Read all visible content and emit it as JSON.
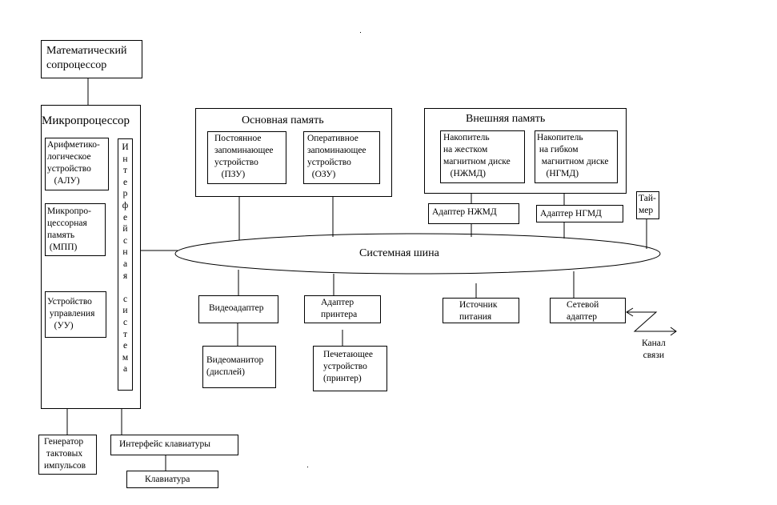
{
  "diagram": {
    "math_coprocessor": "Математический\nсопроцессор",
    "microprocessor": {
      "title": "Микропроцессор",
      "alu": "Арифметико-\nлогическое\nустройство\n   (АЛУ)",
      "mpp": "Микропро-\nцессорная\nпамять\n (МПП)",
      "cu": "Устройство\n управления\n   (УУ)",
      "interface": "И\nн\nт\nе\nр\nф\nе\nй\nс\nн\nа\nя\n \nс\nи\nс\nт\nе\nм\nа"
    },
    "main_memory": {
      "title": "Основная память",
      "rom": "Постоянное\nзапоминающее\nустройство\n   (ПЗУ)",
      "ram": "Оперативное\nзапоминающее\nустройство\n  (ОЗУ)"
    },
    "external_memory": {
      "title": "Внешняя память",
      "hdd": "Накопитель\nна жестком\nмагнитном диске\n   (НЖМД)",
      "fdd": "Накопитель\n на гибком\n  магнитном диске\n    (НГМД)"
    },
    "hdd_adapter": "Адаптер НЖМД",
    "fdd_adapter": "Адаптер НГМД",
    "timer": "Тай-\nмер",
    "system_bus": "Системная шина",
    "video_adapter": "Видеоадаптер",
    "printer_adapter": "Адаптер\nпринтера",
    "power_supply": "Источник\nпитания",
    "network_adapter": "Сетевой\nадаптер",
    "comm_channel": "Канал\nсвязи",
    "video_monitor": "Видеоманитор\n(дисплей)",
    "printer": "Печетающее\nустройство\n(принтер)",
    "clock_generator": "Генератор\n тактовых\nимпульсов",
    "keyboard_interface": "Интерфейс клавиатуры",
    "keyboard": "Клавиатура"
  }
}
